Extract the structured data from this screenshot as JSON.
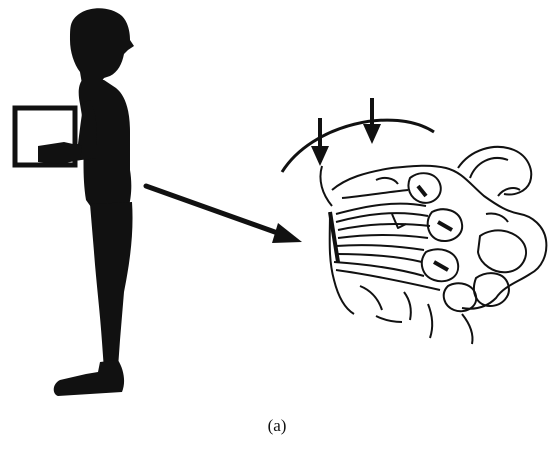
{
  "figure": {
    "caption": "(a)",
    "colors": {
      "ink": "#111111",
      "background": "#ffffff"
    },
    "elements": [
      "standing-person-silhouette",
      "held-tablet",
      "pointer-arrow",
      "spine-anatomy-illustration",
      "force-arrows"
    ]
  }
}
